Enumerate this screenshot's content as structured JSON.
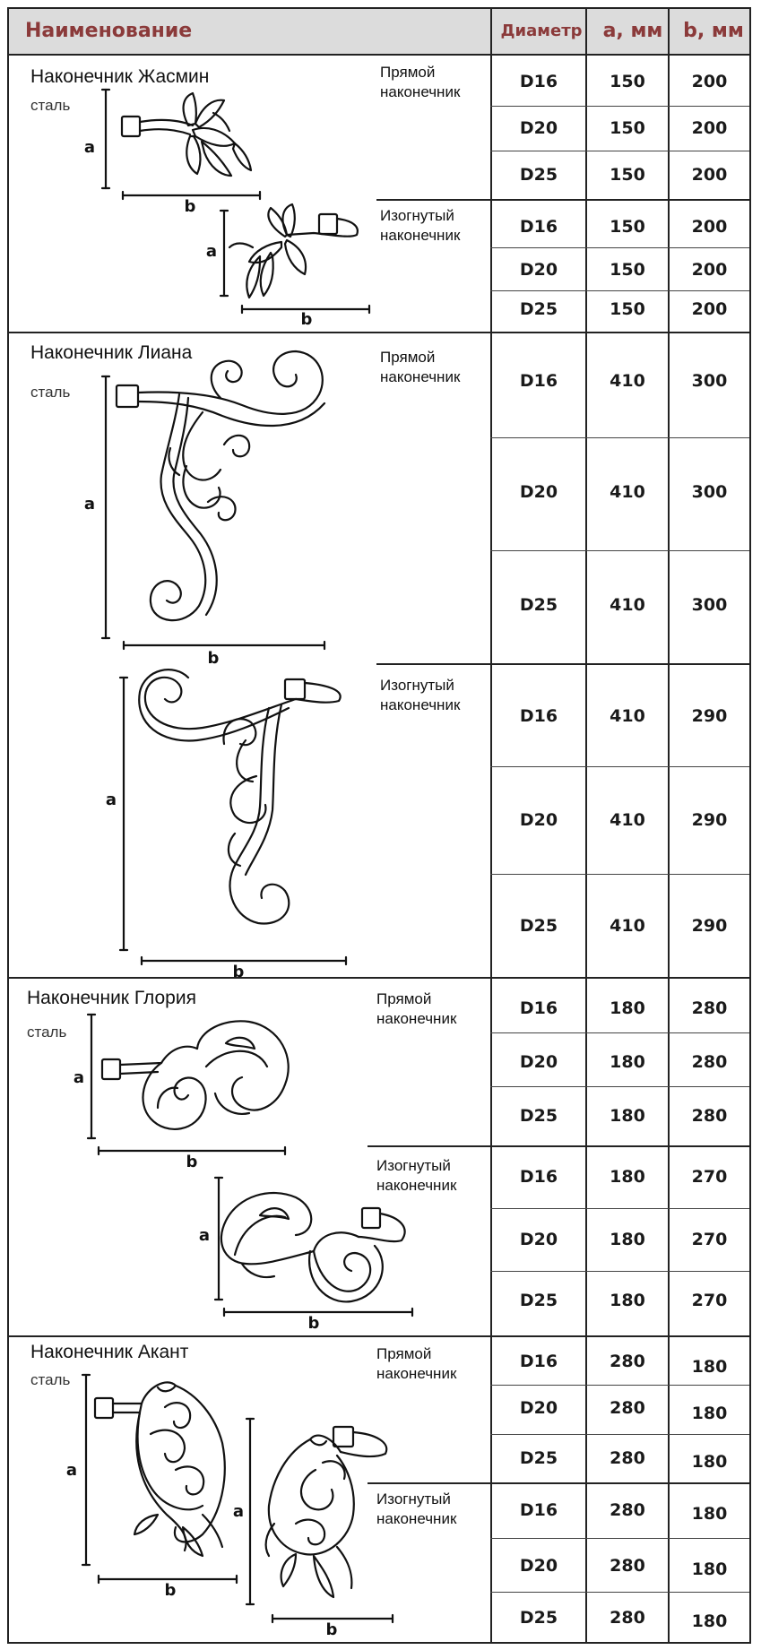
{
  "header": {
    "name": "Наименование",
    "diameter": "Диаметр",
    "a": "a, мм",
    "b": "b, мм"
  },
  "labels": {
    "a": "a",
    "b": "b",
    "steel": "сталь"
  },
  "colors": {
    "header_text": "#8b3a3a",
    "header_bg": "#dcdcdc"
  },
  "products": [
    {
      "name": "Наконечник  Жасмин",
      "steel": "сталь",
      "straight": {
        "label_1": "Прямой",
        "label_2": "наконечник",
        "rows": [
          {
            "d": "D16",
            "a": "150",
            "b": "200"
          },
          {
            "d": "D20",
            "a": "150",
            "b": "200"
          },
          {
            "d": "D25",
            "a": "150",
            "b": "200"
          }
        ]
      },
      "bent": {
        "label_1": "Изогнутый",
        "label_2": "наконечник",
        "rows": [
          {
            "d": "D16",
            "a": "150",
            "b": "200"
          },
          {
            "d": "D20",
            "a": "150",
            "b": "200"
          },
          {
            "d": "D25",
            "a": "150",
            "b": "200"
          }
        ]
      }
    },
    {
      "name": "Наконечник Лиана",
      "steel": "сталь",
      "straight": {
        "label_1": "Прямой",
        "label_2": "наконечник",
        "rows": [
          {
            "d": "D16",
            "a": "410",
            "b": "300"
          },
          {
            "d": "D20",
            "a": "410",
            "b": "300"
          },
          {
            "d": "D25",
            "a": "410",
            "b": "300"
          }
        ]
      },
      "bent": {
        "label_1": "Изогнутый",
        "label_2": "наконечник",
        "rows": [
          {
            "d": "D16",
            "a": "410",
            "b": "290"
          },
          {
            "d": "D20",
            "a": "410",
            "b": "290"
          },
          {
            "d": "D25",
            "a": "410",
            "b": "290"
          }
        ]
      }
    },
    {
      "name": "Наконечник Глория",
      "steel": "сталь",
      "straight": {
        "label_1": "Прямой",
        "label_2": "наконечник",
        "rows": [
          {
            "d": "D16",
            "a": "180",
            "b": "280"
          },
          {
            "d": "D20",
            "a": "180",
            "b": "280"
          },
          {
            "d": "D25",
            "a": "180",
            "b": "280"
          }
        ]
      },
      "bent": {
        "label_1": "Изогнутый",
        "label_2": "наконечник",
        "rows": [
          {
            "d": "D16",
            "a": "180",
            "b": "270"
          },
          {
            "d": "D20",
            "a": "180",
            "b": "270"
          },
          {
            "d": "D25",
            "a": "180",
            "b": "270"
          }
        ]
      }
    },
    {
      "name": "Наконечник  Акант",
      "steel": "сталь",
      "straight": {
        "label_1": "Прямой",
        "label_2": "наконечник",
        "rows": [
          {
            "d": "D16",
            "a": "280",
            "b": "180"
          },
          {
            "d": "D20",
            "a": "280",
            "b": "180"
          },
          {
            "d": "D25",
            "a": "280",
            "b": "180"
          }
        ]
      },
      "bent": {
        "label_1": "Изогнутый",
        "label_2": "наконечник",
        "rows": [
          {
            "d": "D16",
            "a": "280",
            "b": "180"
          },
          {
            "d": "D20",
            "a": "280",
            "b": "180"
          },
          {
            "d": "D25",
            "a": "280",
            "b": "180"
          }
        ]
      }
    }
  ]
}
